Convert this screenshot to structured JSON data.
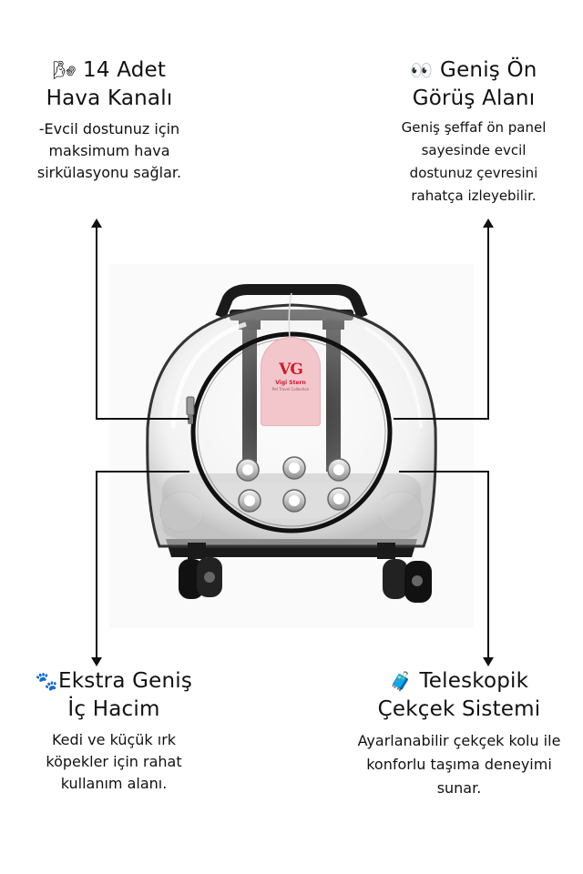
{
  "features": {
    "top_left": {
      "icon": "wind-icon",
      "icon_glyph": "🌬",
      "title_line1": "14 Adet",
      "title_line2": "Hava Kanalı",
      "desc_line1": "-Evcil dostunuz için",
      "desc_line2": "maksimum hava",
      "desc_line3": "sirkülasyonu sağlar."
    },
    "top_right": {
      "icon": "eyes-icon",
      "icon_glyph": "👀",
      "title_line1": "Geniş Ön",
      "title_line2": "Görüş Alanı",
      "desc_line1": "Geniş şeffaf ön panel",
      "desc_line2": "sayesinde evcil",
      "desc_line3": "dostunuz çevresini",
      "desc_line4": "rahatça izleyebilir."
    },
    "bottom_left": {
      "icon": "paw-prints-icon",
      "icon_glyph": "🐾",
      "title_line1": "Ekstra Geniş",
      "title_line2": "İç Hacim",
      "desc_line1": "Kedi ve küçük ırk",
      "desc_line2": "köpekler için rahat",
      "desc_line3": "kullanım alanı."
    },
    "bottom_right": {
      "icon": "luggage-icon",
      "icon_glyph": "🧳",
      "title_line1": "Teleskopik",
      "title_line2": "Çekçek Sistemi",
      "desc_line1": "Ayarlanabilir çekçek kolu ile",
      "desc_line2": "konforlu taşıma deneyimi",
      "desc_line3": "sunar."
    }
  },
  "product_tag": {
    "logo": "VG",
    "brand": "Vigi Stern",
    "subtitle": "Pet Travel Collection"
  },
  "colors": {
    "tag_pink": "#f2c6cb",
    "logo_red": "#c8202f",
    "frame_black": "#1a1a1a",
    "cushion_gray": "#c9c9c9"
  }
}
